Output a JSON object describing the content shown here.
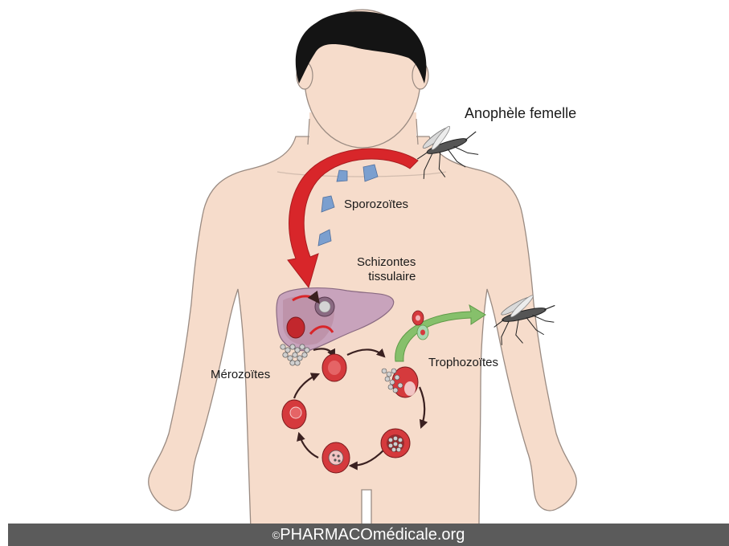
{
  "labels": {
    "anophele": "Anophèle femelle",
    "sporozoites": "Sporozoïtes",
    "schizontes_line1": "Schizontes",
    "schizontes_line2": "tissulaire",
    "merozoites": "Mérozoïtes",
    "trophozoites": "Trophozoïtes"
  },
  "footer": {
    "copyright_symbol": "©",
    "site": "PHARMACOmédicale.org"
  },
  "colors": {
    "skin": "#f6dccb",
    "skin_outline": "#9a8b82",
    "hair": "#141414",
    "sporozoite": "#7b9fcf",
    "red_arrow": "#d8262a",
    "green_arrow": "#86c06b",
    "liver": "#c8a3bc",
    "cell": "#d53a3d",
    "footer_bg": "#5b5b5b"
  },
  "icons": [
    "mosquito-icon",
    "liver-icon",
    "red-blood-cell-icon",
    "sporozoite-icon"
  ]
}
